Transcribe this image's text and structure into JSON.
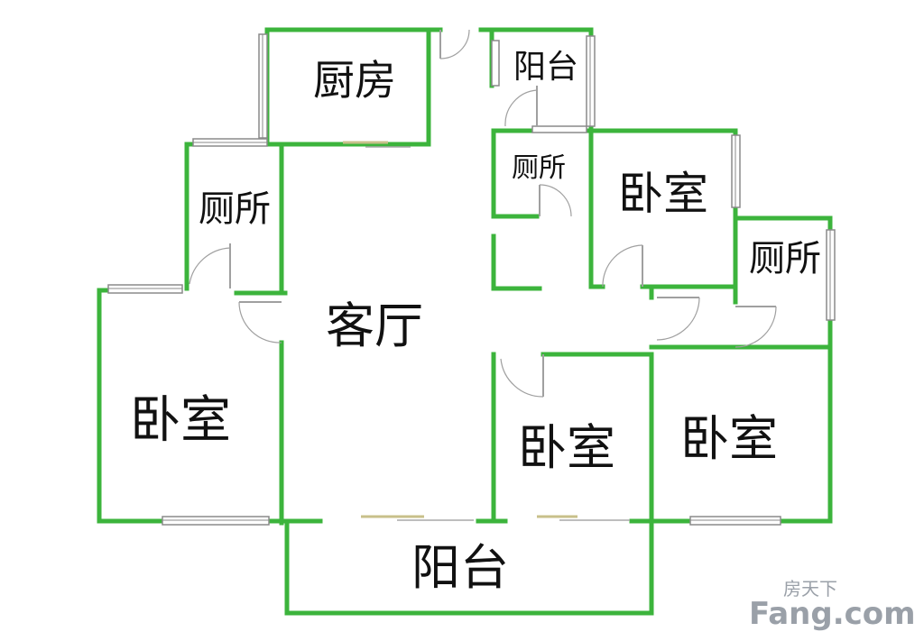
{
  "rooms": {
    "kitchen": "厨房",
    "balcony_small": "阳台",
    "toilet_left": "厕所",
    "toilet_center": "厕所",
    "toilet_right": "厕所",
    "living_room": "客厅",
    "bedroom_left": "卧室",
    "bedroom_top_right": "卧室",
    "bedroom_center": "卧室",
    "bedroom_right": "卧室",
    "balcony_bottom": "阳台"
  },
  "watermark": {
    "brand": "Fang.com",
    "tagline": "房天下"
  },
  "colors": {
    "wall": "#3cb43c",
    "window": "#8a8a8a",
    "door": "#a0a0a0",
    "text": "#111111"
  }
}
